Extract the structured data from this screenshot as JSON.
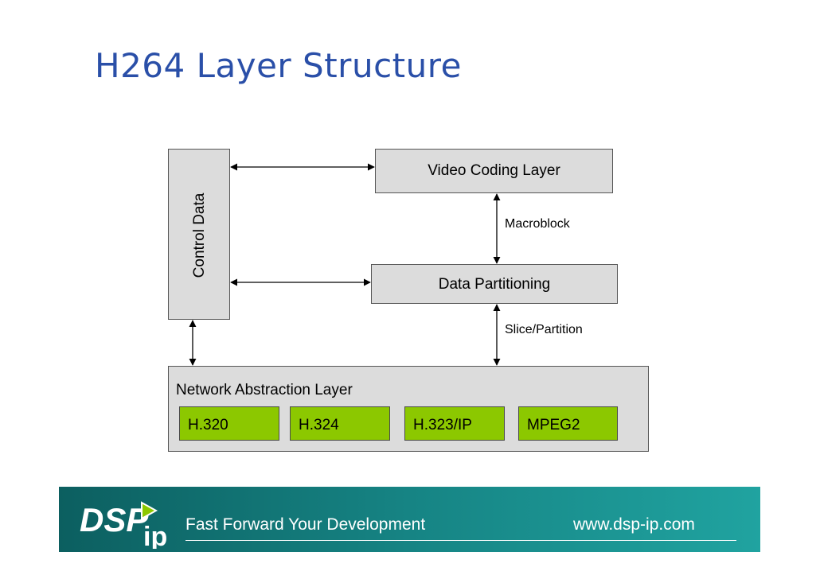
{
  "page": {
    "title": "H264 Layer Structure"
  },
  "diagram": {
    "control_data": "Control Data",
    "video_coding_layer": "Video Coding Layer",
    "data_partitioning": "Data Partitioning",
    "network_abstraction_layer": "Network Abstraction Layer",
    "protocols": [
      "H.320",
      "H.324",
      "H.323/IP",
      "MPEG2"
    ],
    "edges": {
      "vcl_to_dp": "Macroblock",
      "dp_to_nal": "Slice/Partition"
    }
  },
  "footer": {
    "logo_text": "DSPip",
    "tagline": "Fast Forward Your Development",
    "url": "www.dsp-ip.com"
  },
  "colors": {
    "title": "#2a4fa8",
    "box_fill": "#dcdcdc",
    "protocol_fill": "#8cc800",
    "footer_start": "#0c5f60",
    "footer_end": "#20a3a0"
  }
}
